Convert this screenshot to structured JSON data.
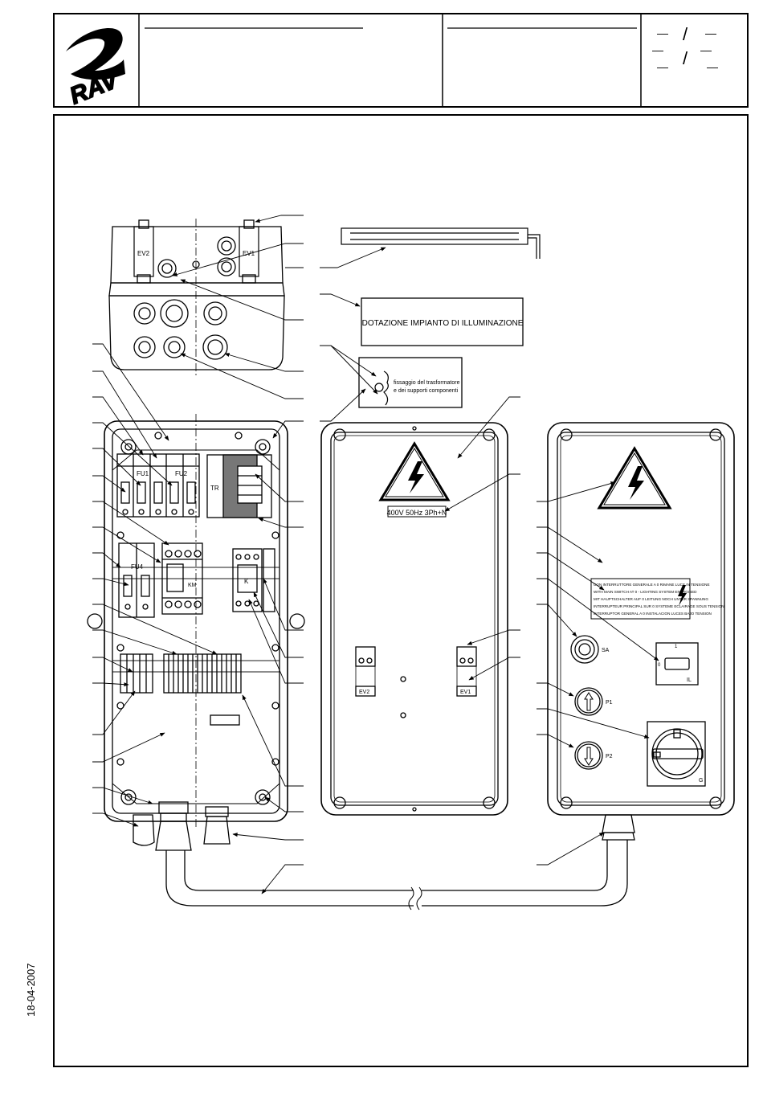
{
  "header": {
    "logo_text": "RAV",
    "revision_marks": [
      "—",
      "/",
      "—",
      "—",
      "/",
      "—",
      "—",
      "—"
    ]
  },
  "side_date": "18-04-2007",
  "labels": {
    "valve_top_left": "EV2",
    "valve_top_right": "EV1",
    "kit_label": "DOTAZIONE IMPIANTO DI ILLUMINAZIONE",
    "fixing_line1": "fissaggio del trasformatore",
    "fixing_line2": "e dei supporti componenti",
    "fuse1": "FU1",
    "fuse2": "FU2",
    "fuse4": "FU4",
    "transformer": "TR",
    "contactor": "KM",
    "relay": "K",
    "voltage": "400V 50Hz 3Ph+N",
    "valve_mid_left": "EV2",
    "valve_mid_right": "EV1",
    "lamp": "SA",
    "button1": "P1",
    "button2": "P2",
    "switch_il": "IL",
    "main_switch": "G",
    "switch_on": "1",
    "switch_off": "0"
  },
  "warning_plate": [
    "CON INTERRUTTORE GENERALE A 0 RIMANE LUCE IN TENSIONE",
    "WITH MAIN SWITCH AT 0 - LIGHTING SYSTEM ENERGISED",
    "MIT HAUPTSCHALTER AUF 0 LEITUNG NOCH UNTER SPANNUNG",
    "INTERRUPTEUR PRINCIPAL SUR 0 SYSTEME ECLAIRAGE SOUS TENSION",
    "INTERRUPTOR GENERAL A 0 INSTALACION LUCES BAJO TENSION"
  ]
}
